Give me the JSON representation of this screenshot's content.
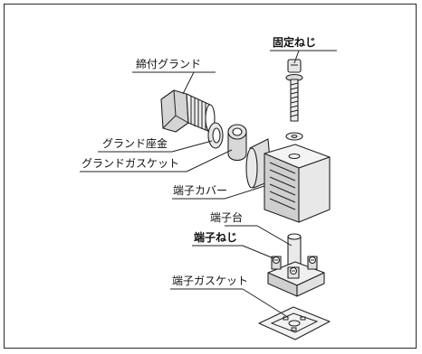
{
  "labels": {
    "fixing_screw": "固定ねじ",
    "tightening_gland": "締付グランド",
    "gland_washer": "グランド座金",
    "gland_gasket": "グランドガスケット",
    "terminal_cover": "端子カバー",
    "terminal_block": "端子台",
    "terminal_screw": "端子ねじ",
    "terminal_gasket": "端子ガスケット"
  },
  "colors": {
    "line": "#222222",
    "shade": "#d0d0d0",
    "light": "#ececec",
    "white": "#ffffff"
  }
}
